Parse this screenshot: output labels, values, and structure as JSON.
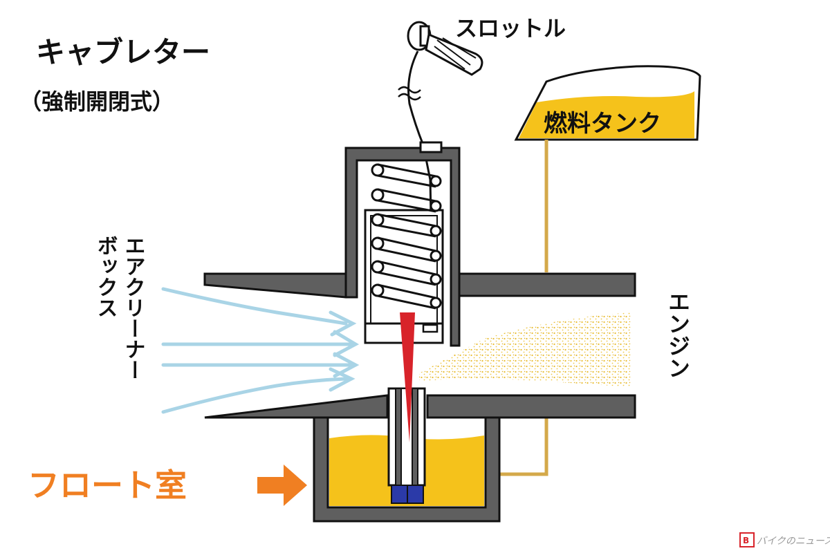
{
  "title": "キャブレター",
  "subtitle": "（強制開閉式）",
  "labels": {
    "throttle": "スロットル",
    "fuel_tank": "燃料タンク",
    "air_cleaner_col1": "エアクリーナー",
    "air_cleaner_col2": "ボックス",
    "engine": "エンジン",
    "float_chamber": "フロート室"
  },
  "watermark": "バイクのニュース",
  "colors": {
    "fuel": "#f5c21b",
    "body": "#5f5f5f",
    "needle": "#d8232a",
    "air_flow": "#a9d4e6",
    "accent": "#f07f22",
    "jet": "#2b3aa8",
    "fuel_line": "#d4a94a"
  }
}
